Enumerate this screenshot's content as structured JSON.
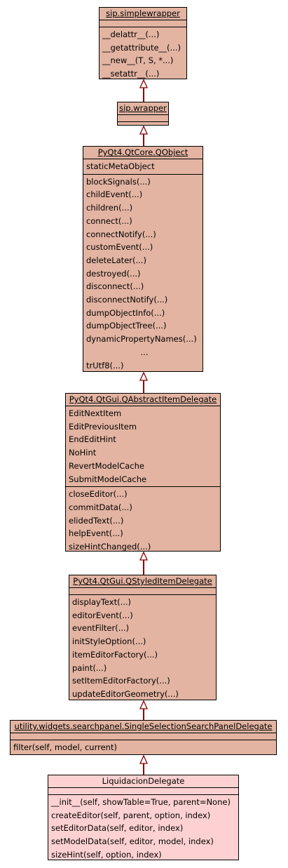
{
  "classes": [
    {
      "id": "sip-simplewrapper",
      "name": "sip.simplewrapper",
      "linked": true,
      "leaf": false,
      "attributes": [],
      "methods": [
        "__delattr__(...)",
        "__getattribute__(...)",
        "__new__(T, S, *...)",
        "__setattr__(...)"
      ]
    },
    {
      "id": "sip-wrapper",
      "name": "sip.wrapper",
      "linked": true,
      "leaf": false,
      "attributes": [],
      "methods": []
    },
    {
      "id": "qobject",
      "name": "PyQt4.QtCore.QObject",
      "linked": true,
      "leaf": false,
      "attributes": [
        "staticMetaObject"
      ],
      "methods": [
        "blockSignals(...)",
        "childEvent(...)",
        "children(...)",
        "connect(...)",
        "connectNotify(...)",
        "customEvent(...)",
        "deleteLater(...)",
        "destroyed(...)",
        "disconnect(...)",
        "disconnectNotify(...)",
        "dumpObjectInfo(...)",
        "dumpObjectTree(...)",
        "dynamicPropertyNames(...)",
        "...",
        "trUtf8(...)"
      ]
    },
    {
      "id": "qabstractitemdelegate",
      "name": "PyQt4.QtGui.QAbstractItemDelegate",
      "linked": true,
      "leaf": false,
      "attributes": [
        "EditNextItem",
        "EditPreviousItem",
        "EndEditHint",
        "NoHint",
        "RevertModelCache",
        "SubmitModelCache"
      ],
      "methods": [
        "closeEditor(...)",
        "commitData(...)",
        "elidedText(...)",
        "helpEvent(...)",
        "sizeHintChanged(...)"
      ]
    },
    {
      "id": "qstyleditemdelegate",
      "name": "PyQt4.QtGui.QStyledItemDelegate",
      "linked": true,
      "leaf": false,
      "attributes": [],
      "methods": [
        "displayText(...)",
        "editorEvent(...)",
        "eventFilter(...)",
        "initStyleOption(...)",
        "itemEditorFactory(...)",
        "paint(...)",
        "setItemEditorFactory(...)",
        "updateEditorGeometry(...)"
      ]
    },
    {
      "id": "singleselection",
      "name": "utility.widgets.searchpanel.SingleSelectionSearchPanelDelegate",
      "linked": true,
      "leaf": false,
      "attributes": [],
      "methods": [
        "filter(self, model, current)"
      ]
    },
    {
      "id": "liquidacion",
      "name": "LiquidacionDelegate",
      "linked": false,
      "leaf": true,
      "attributes": [],
      "methods": [
        "__init__(self, showTable=True, parent=None)",
        "createEditor(self, parent, option, index)",
        "setEditorData(self, editor, index)",
        "setModelData(self, editor, model, index)",
        "sizeHint(self, option, index)"
      ]
    }
  ],
  "colors": {
    "class_fill": "#e3b4a2",
    "leaf_fill": "#fdd1d1",
    "edge": "#8b0000",
    "border": "#000000"
  }
}
